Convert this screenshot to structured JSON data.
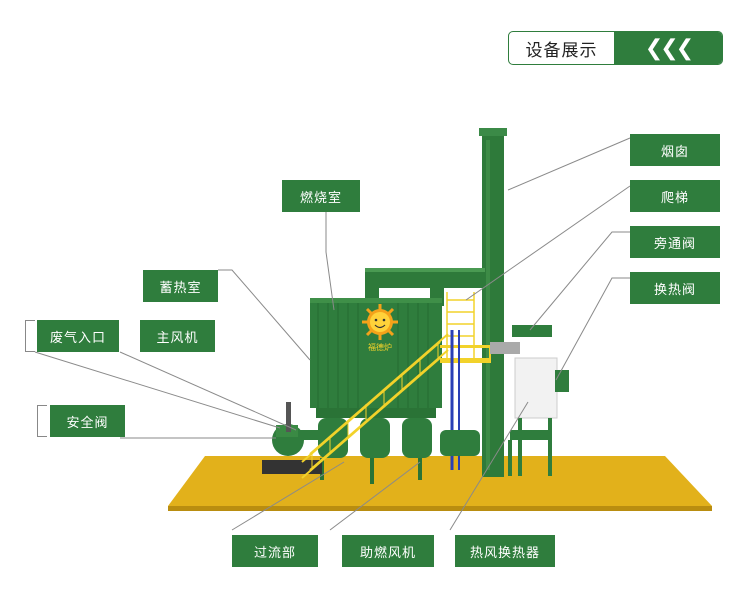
{
  "header": {
    "title": "设备展示",
    "arrows": "❮❮❮"
  },
  "labels": {
    "chimney": "烟囱",
    "ladder": "爬梯",
    "bypass_valve": "旁通阀",
    "heat_exchange_valve": "换热阀",
    "combustion_chamber": "燃烧室",
    "heat_storage_chamber": "蓄热室",
    "waste_gas_inlet": "废气入口",
    "main_fan": "主风机",
    "safety_valve": "安全阀",
    "flow_section": "过流部",
    "combustion_fan": "助燃风机",
    "hot_air_exchanger": "热风换热器"
  },
  "logo_text": "福德炉",
  "colors": {
    "brand_green": "#2f7d3d",
    "platform_yellow": "#e2b11b",
    "railing_yellow": "#f2d22a"
  }
}
